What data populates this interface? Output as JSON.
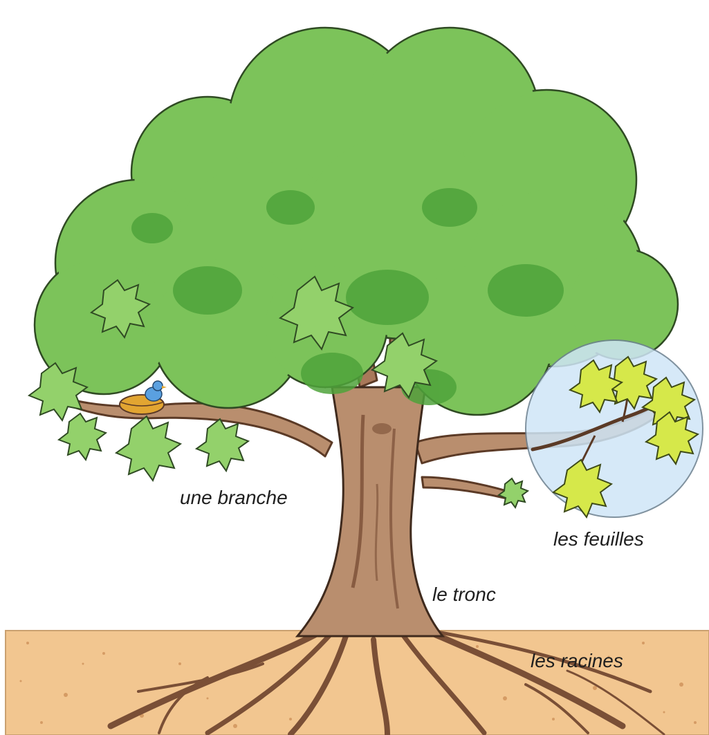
{
  "labels": {
    "branch": "une branche",
    "leaves": "les feuilles",
    "trunk": "le tronc",
    "roots": "les racines"
  },
  "colors": {
    "foliage": "#7cc35a",
    "foliage_dark": "#4fa33b",
    "foliage_light": "#93d16b",
    "trunk": "#b98e6e",
    "trunk_dark": "#7a4f36",
    "soil": "#f2c690",
    "soil_speck": "#c98a52",
    "highlight_circle": "#cfe6f7",
    "highlight_leaf": "#d6e84a",
    "nest": "#e2a531",
    "bird": "#5aa0e0"
  }
}
